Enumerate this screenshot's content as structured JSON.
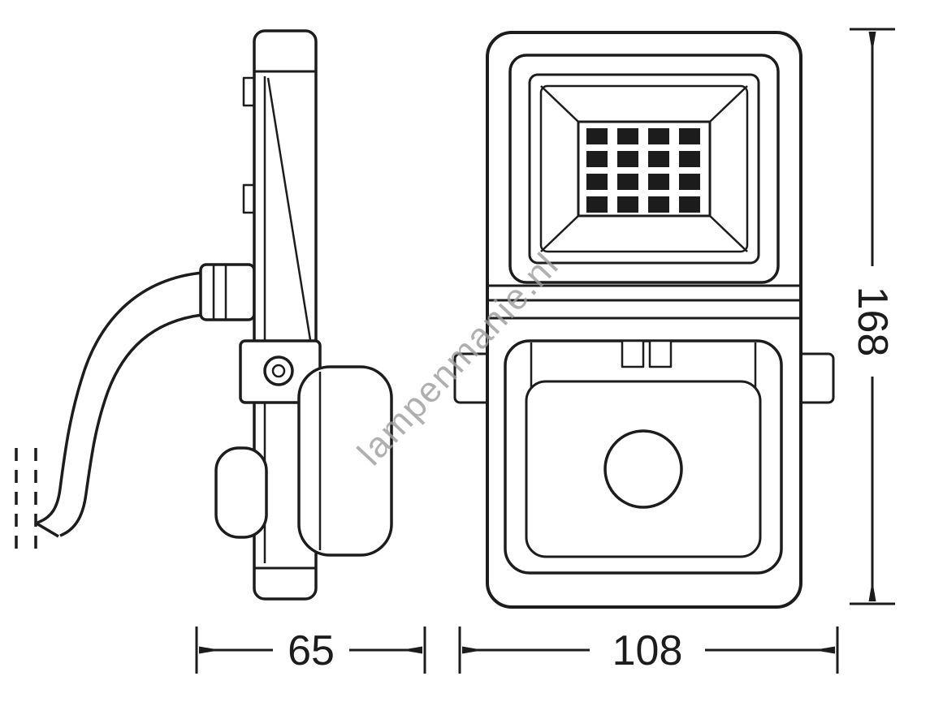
{
  "drawing": {
    "watermark": "lampenmanie.nl",
    "dimension_side_width": "65",
    "dimension_front_width": "108",
    "dimension_height": "168"
  },
  "colors": {
    "line": "#1c1c1c",
    "background": "#ffffff",
    "watermark": "#9e9e9e"
  }
}
